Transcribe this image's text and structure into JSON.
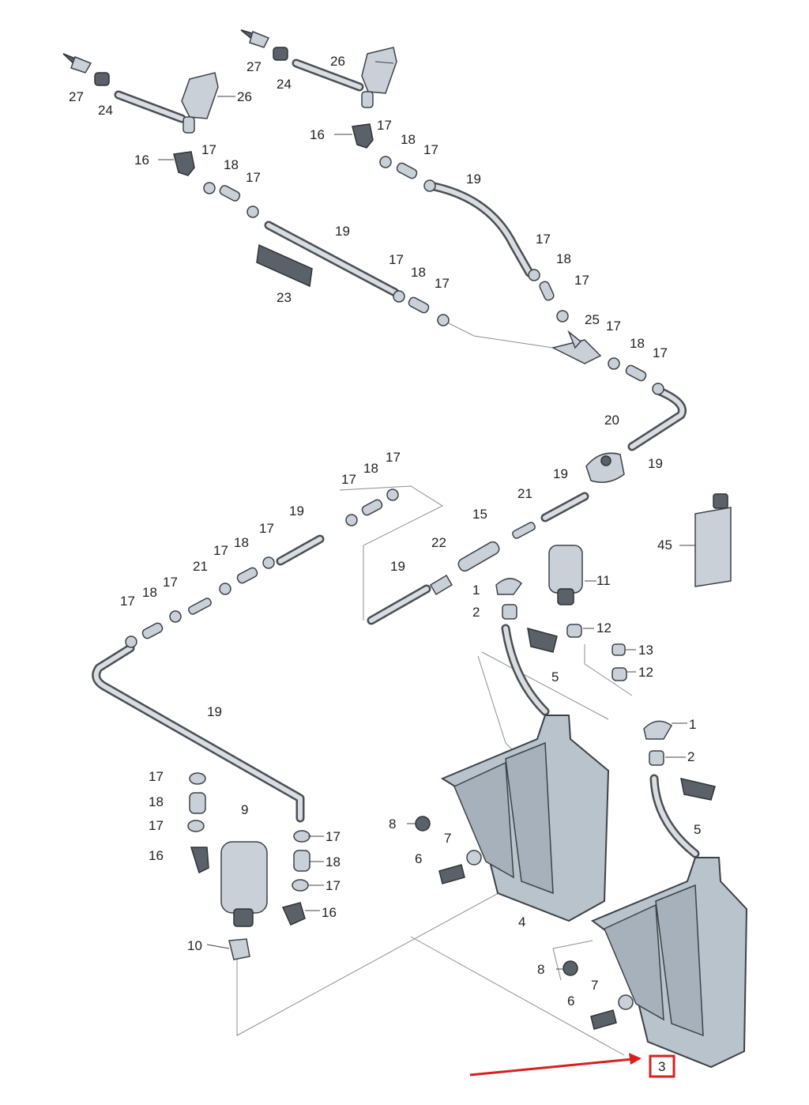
{
  "labels": {
    "p1": "1",
    "p2": "2",
    "p4": "4",
    "p5": "5",
    "p6": "6",
    "p7": "7",
    "p8": "8",
    "p9": "9",
    "p10": "10",
    "p11": "11",
    "p12": "12",
    "p13": "13",
    "p15": "15",
    "p16": "16",
    "p17": "17",
    "p18": "18",
    "p19": "19",
    "p20": "20",
    "p21": "21",
    "p22": "22",
    "p23": "23",
    "p24": "24",
    "p25": "25",
    "p26": "26",
    "p27": "27",
    "p45": "45"
  },
  "highlight": {
    "label": "3",
    "box_color": "#d62020",
    "arrow_color": "#d62020"
  }
}
